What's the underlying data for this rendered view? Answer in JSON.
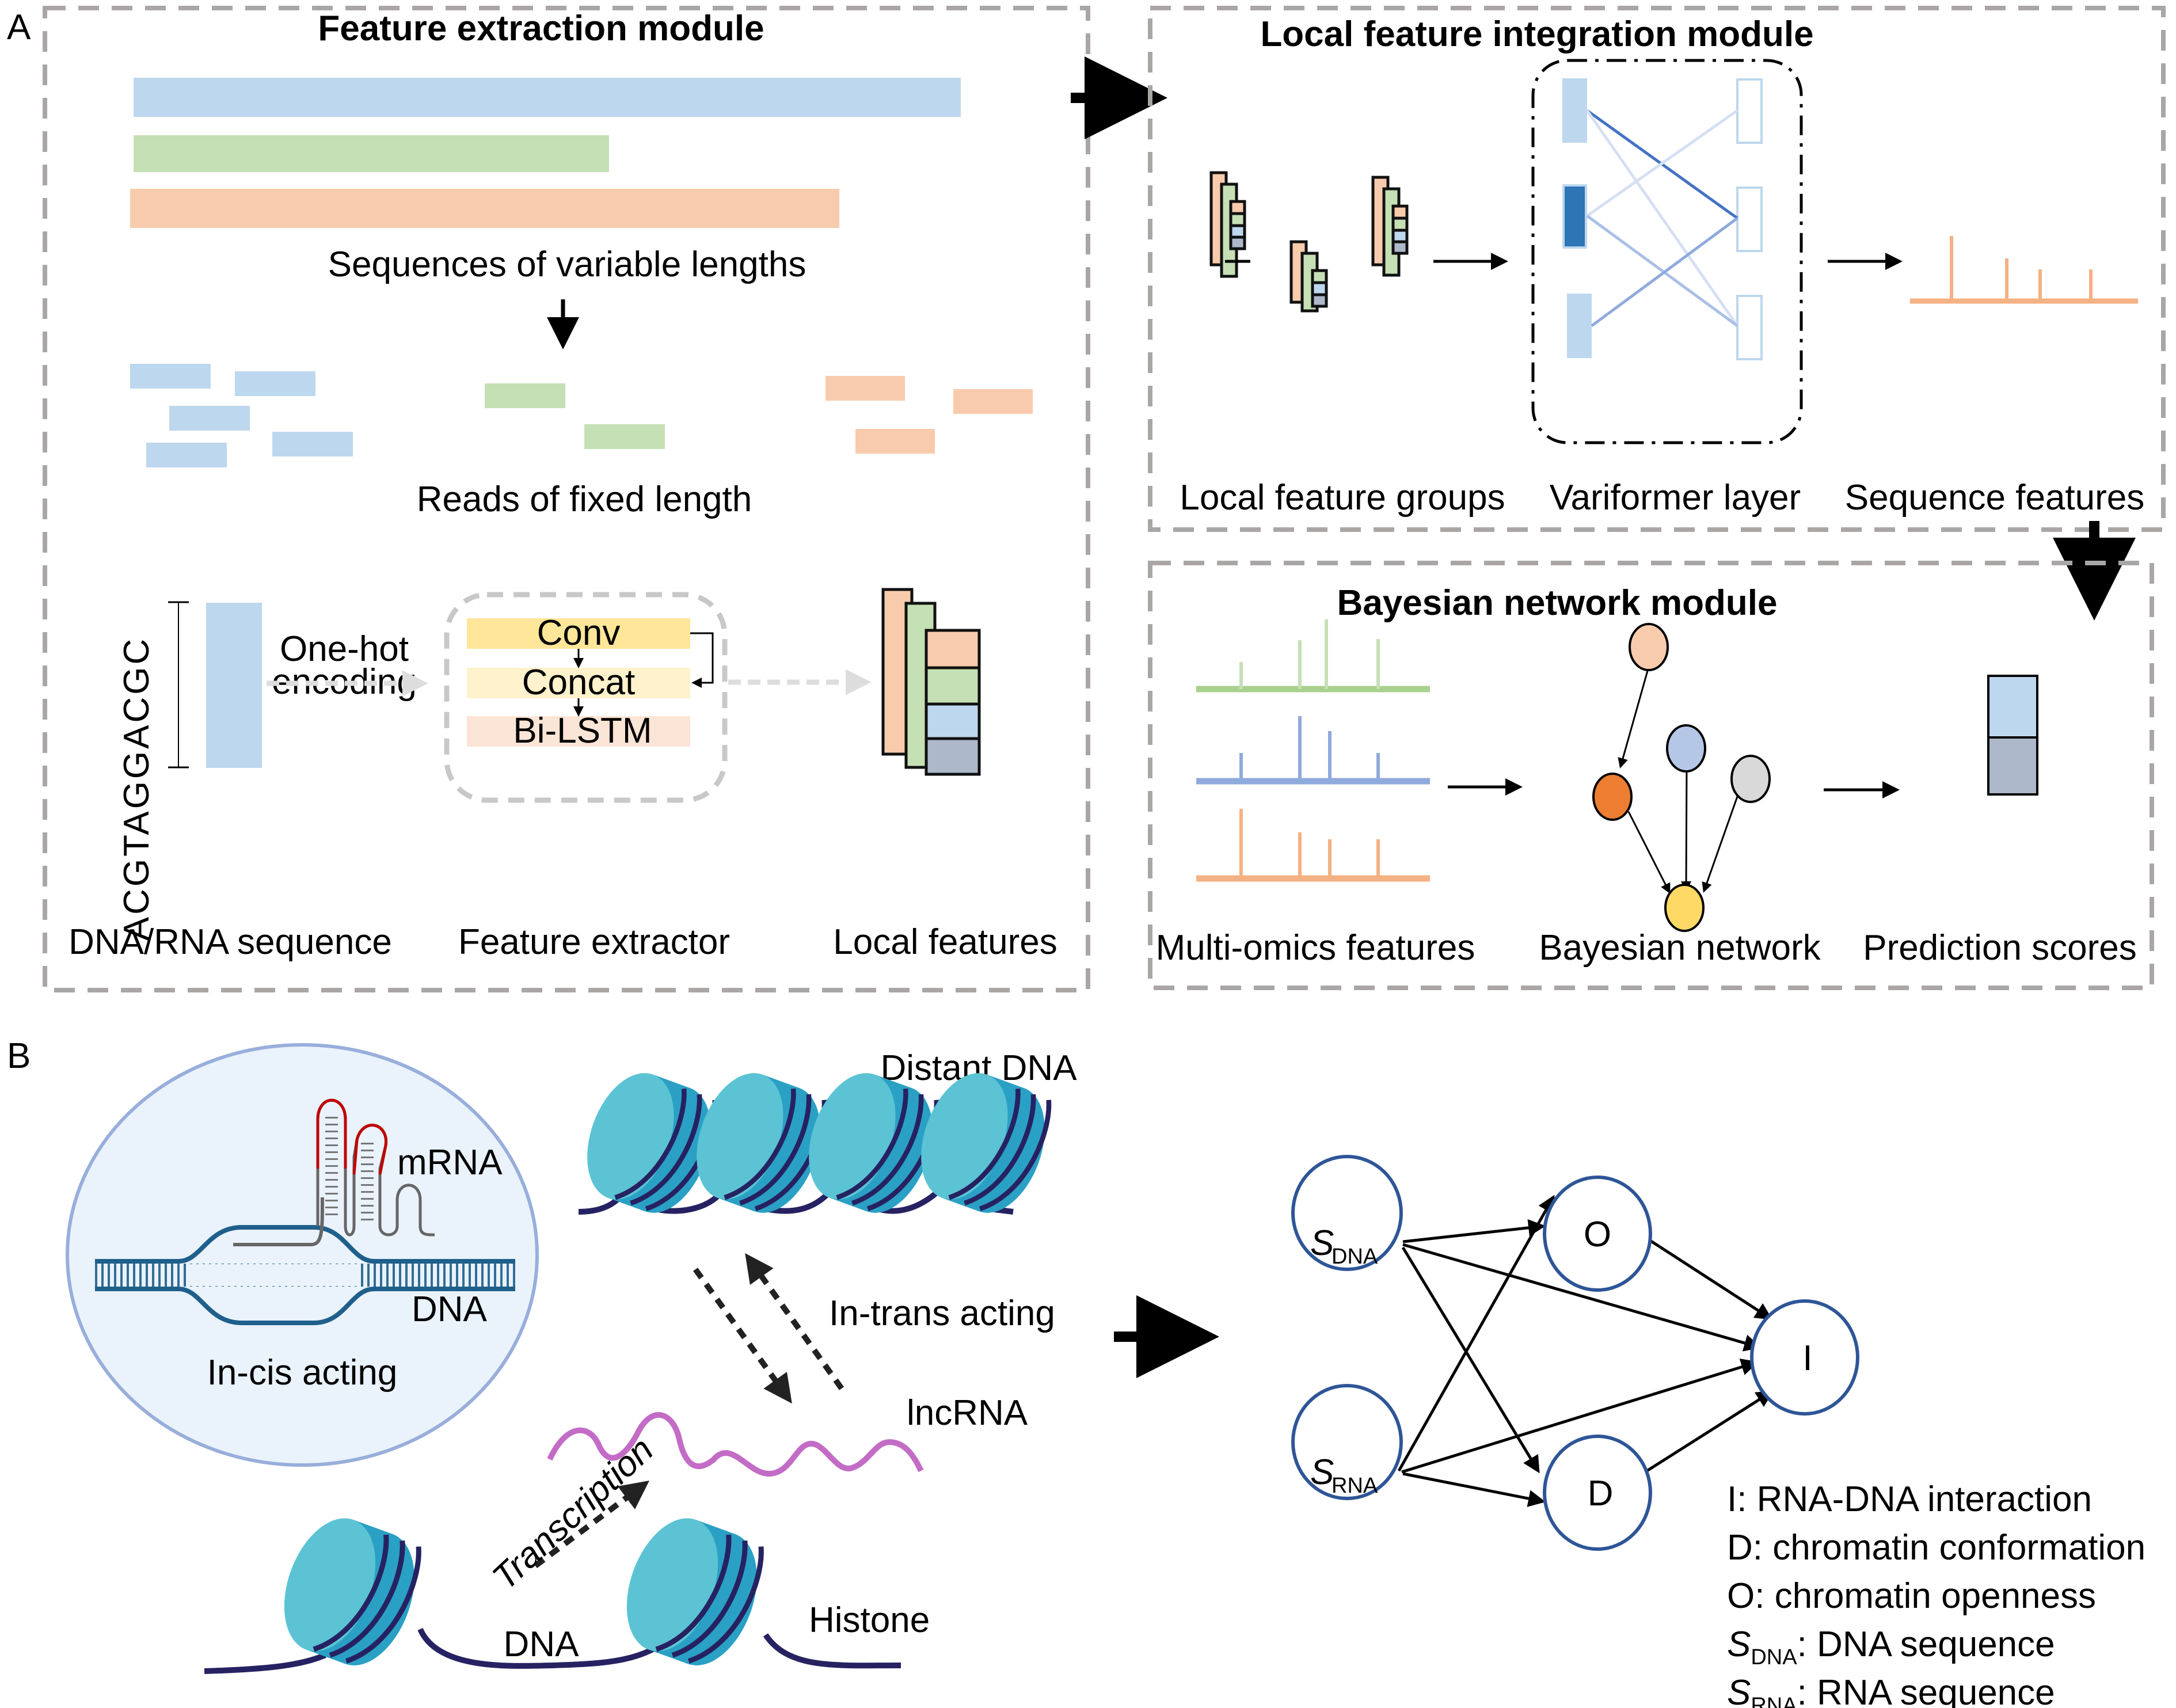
{
  "panels": {
    "a_label": "A",
    "b_label": "B"
  },
  "feature_extraction": {
    "title": "Feature extraction module",
    "sequences_label": "Sequences of variable lengths",
    "reads_label": "Reads of fixed length",
    "sequence_text": "ACGTAGGACGC",
    "encoding_label_1": "One-hot",
    "encoding_label_2": "encoding",
    "extractor_layers": [
      "Conv",
      "Concat",
      "Bi-LSTM"
    ],
    "captions": [
      "DNA/RNA sequence",
      "Feature extractor",
      "Local features"
    ]
  },
  "local_integration": {
    "title": "Local feature integration module",
    "captions": [
      "Local feature groups",
      "Variformer layer",
      "Sequence features"
    ]
  },
  "bayesian_module": {
    "title": "Bayesian network module",
    "captions": [
      "Multi-omics features",
      "Bayesian network",
      "Prediction scores"
    ]
  },
  "panel_b": {
    "cis": {
      "mrna": "mRNA",
      "dna": "DNA",
      "caption": "In-cis acting"
    },
    "distant_dna": "Distant DNA",
    "in_trans": "In-trans acting",
    "lncrna": "lncRNA",
    "transcription": "Transcription",
    "dna": "DNA",
    "histone": "Histone",
    "graph_nodes": {
      "s_dna": "S",
      "s_dna_sub": "DNA",
      "s_rna": "S",
      "s_rna_sub": "RNA",
      "o": "O",
      "d": "D",
      "i": "I"
    },
    "legend": [
      {
        "key": "I",
        "sub": "",
        "text": ": RNA-DNA interaction"
      },
      {
        "key": "D",
        "sub": "",
        "text": ": chromatin conformation"
      },
      {
        "key": "O",
        "sub": "",
        "text": ": chromatin openness"
      },
      {
        "key": "S",
        "sub": "DNA",
        "text": ": DNA sequence"
      },
      {
        "key": "S",
        "sub": "RNA",
        "text": ": RNA sequence"
      }
    ]
  },
  "colors": {
    "blue": "#bdd7ee",
    "green": "#c5e0b4",
    "orange": "#f8cbad",
    "slate": "#adb9ca",
    "dark_blue": "#2e75b6",
    "histone_light": "#5bc3d3",
    "histone_dark": "#2aa0c5",
    "dna_strand": "#262262",
    "lncrna": "#c36cc6",
    "node_stroke": "#2e5597"
  }
}
